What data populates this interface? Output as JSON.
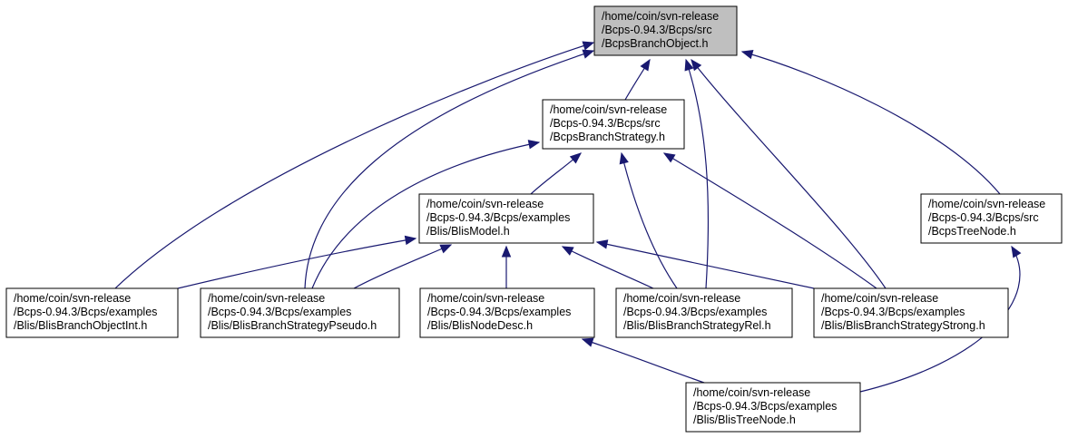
{
  "diagram": {
    "colors": {
      "edge": "#191970",
      "node_border": "#000000",
      "node_fill": "#ffffff",
      "highlight_fill": "#bfbfbf",
      "text": "#000000"
    },
    "nodes": [
      {
        "id": "bcps_branch_object",
        "lines": [
          "/home/coin/svn-release",
          "/Bcps-0.94.3/Bcps/src",
          "/BcpsBranchObject.h"
        ],
        "highlight": true
      },
      {
        "id": "bcps_branch_strategy",
        "lines": [
          "/home/coin/svn-release",
          "/Bcps-0.94.3/Bcps/src",
          "/BcpsBranchStrategy.h"
        ],
        "highlight": false
      },
      {
        "id": "blis_model",
        "lines": [
          "/home/coin/svn-release",
          "/Bcps-0.94.3/Bcps/examples",
          "/Blis/BlisModel.h"
        ],
        "highlight": false
      },
      {
        "id": "bcps_tree_node",
        "lines": [
          "/home/coin/svn-release",
          "/Bcps-0.94.3/Bcps/src",
          "/BcpsTreeNode.h"
        ],
        "highlight": false
      },
      {
        "id": "blis_branch_object_int",
        "lines": [
          "/home/coin/svn-release",
          "/Bcps-0.94.3/Bcps/examples",
          "/Blis/BlisBranchObjectInt.h"
        ],
        "highlight": false
      },
      {
        "id": "blis_branch_strategy_pseudo",
        "lines": [
          "/home/coin/svn-release",
          "/Bcps-0.94.3/Bcps/examples",
          "/Blis/BlisBranchStrategyPseudo.h"
        ],
        "highlight": false
      },
      {
        "id": "blis_node_desc",
        "lines": [
          "/home/coin/svn-release",
          "/Bcps-0.94.3/Bcps/examples",
          "/Blis/BlisNodeDesc.h"
        ],
        "highlight": false
      },
      {
        "id": "blis_branch_strategy_rel",
        "lines": [
          "/home/coin/svn-release",
          "/Bcps-0.94.3/Bcps/examples",
          "/Blis/BlisBranchStrategyRel.h"
        ],
        "highlight": false
      },
      {
        "id": "blis_branch_strategy_strong",
        "lines": [
          "/home/coin/svn-release",
          "/Bcps-0.94.3/Bcps/examples",
          "/Blis/BlisBranchStrategyStrong.h"
        ],
        "highlight": false
      },
      {
        "id": "blis_tree_node",
        "lines": [
          "/home/coin/svn-release",
          "/Bcps-0.94.3/Bcps/examples",
          "/Blis/BlisTreeNode.h"
        ],
        "highlight": false
      }
    ],
    "edges": [
      {
        "from": "bcps_branch_strategy",
        "to": "bcps_branch_object"
      },
      {
        "from": "blis_branch_object_int",
        "to": "bcps_branch_object"
      },
      {
        "from": "blis_branch_strategy_pseudo",
        "to": "bcps_branch_object"
      },
      {
        "from": "blis_branch_strategy_rel",
        "to": "bcps_branch_object"
      },
      {
        "from": "blis_branch_strategy_strong",
        "to": "bcps_branch_object"
      },
      {
        "from": "bcps_tree_node",
        "to": "bcps_branch_object"
      },
      {
        "from": "blis_model",
        "to": "bcps_branch_strategy"
      },
      {
        "from": "blis_branch_strategy_pseudo",
        "to": "bcps_branch_strategy"
      },
      {
        "from": "blis_branch_strategy_rel",
        "to": "bcps_branch_strategy"
      },
      {
        "from": "blis_branch_strategy_strong",
        "to": "bcps_branch_strategy"
      },
      {
        "from": "blis_branch_object_int",
        "to": "blis_model"
      },
      {
        "from": "blis_branch_strategy_pseudo",
        "to": "blis_model"
      },
      {
        "from": "blis_node_desc",
        "to": "blis_model"
      },
      {
        "from": "blis_branch_strategy_rel",
        "to": "blis_model"
      },
      {
        "from": "blis_branch_strategy_strong",
        "to": "blis_model"
      },
      {
        "from": "blis_tree_node",
        "to": "blis_node_desc"
      },
      {
        "from": "blis_tree_node",
        "to": "bcps_tree_node"
      }
    ]
  }
}
